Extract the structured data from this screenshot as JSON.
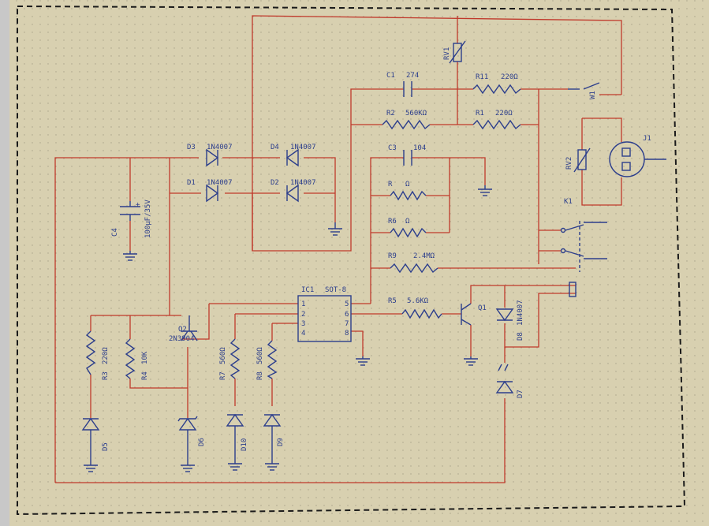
{
  "labels": {
    "D3": "D3",
    "D3v": "1N4007",
    "D4": "D4",
    "D4v": "1N4007",
    "D1": "D1",
    "D1v": "1N4007",
    "D2": "D2",
    "D2v": "1N4007",
    "C1": "C1",
    "C1v": "274",
    "R11": "R11",
    "R11v": "220Ω",
    "R2": "R2",
    "R2v": "560KΩ",
    "R1": "R1",
    "R1v": "220Ω",
    "C3": "C3",
    "C3v": "104",
    "R": "R",
    "Rv": "Ω",
    "R6": "R6",
    "R6v": "Ω",
    "R9": "R9",
    "R9v": "2.4MΩ",
    "R5": "R5",
    "R5v": "5.6KΩ",
    "C4": "C4",
    "C4v": "100µF/35V",
    "RV1": "RV1",
    "RV2": "RV2",
    "J1": "J1",
    "K1": "K1",
    "W1": "W1",
    "IC1": "IC1",
    "IC1v": "SOT-8",
    "Q1": "Q1",
    "Q2": "Q2",
    "Q2v": "2N3904",
    "R3": "R3",
    "R3v": "220Ω",
    "R4": "R4",
    "R4v": "10K",
    "R7": "R7",
    "R7v": "560Ω",
    "R8": "R8",
    "R8v": "560Ω",
    "D5": "D5",
    "D6": "D6",
    "D7": "D7",
    "D8": "D8",
    "D8v": "1N4007",
    "D9": "D9",
    "D10": "D10",
    "plus": "+",
    "pin1": "1",
    "pin2": "2",
    "pin3": "3",
    "pin4": "4",
    "pin5": "5",
    "pin6": "6",
    "pin7": "7",
    "pin8": "8"
  },
  "colors": {
    "background": "#d8d0b0",
    "wire": "#c0392b",
    "component": "#2c3e8c",
    "grid": "#a8a288"
  }
}
